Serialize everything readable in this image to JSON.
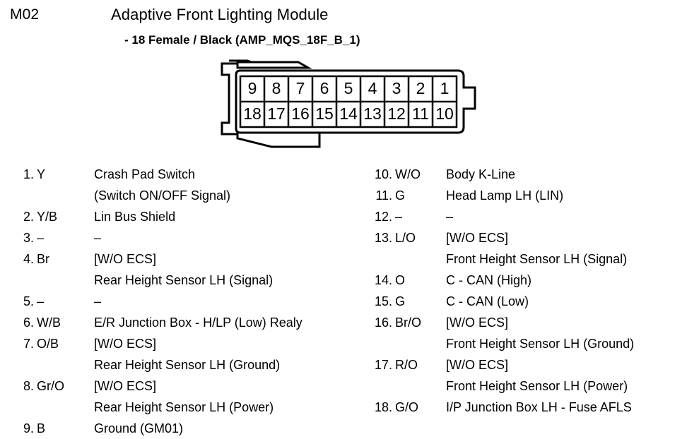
{
  "header": {
    "module_code": "M02",
    "title": "Adaptive Front Lighting Module",
    "subtitle": "- 18 Female / Black (AMP_MQS_18F_B_1)"
  },
  "connector": {
    "name": "18-way female connector pinout diagram",
    "gender": "Female",
    "color": "Black",
    "part_code": "AMP_MQS_18F_B_1",
    "pin_count": 18,
    "top_row": [
      "9",
      "8",
      "7",
      "6",
      "5",
      "4",
      "3",
      "2",
      "1"
    ],
    "bottom_row": [
      "18",
      "17",
      "16",
      "15",
      "14",
      "13",
      "12",
      "11",
      "10"
    ],
    "outline_color": "#000000",
    "fill_color": "#ffffff"
  },
  "pinout": {
    "left_column": [
      {
        "number": "1.",
        "color": "Y",
        "desc": "Crash Pad Switch",
        "desc2": "(Switch ON/OFF Signal)",
        "row": 0
      },
      {
        "number": "2.",
        "color": "Y/B",
        "desc": "Lin Bus Shield",
        "desc2": "",
        "row": 2
      },
      {
        "number": "3.",
        "color": "–",
        "desc": "–",
        "desc2": "",
        "row": 3
      },
      {
        "number": "4.",
        "color": "Br",
        "desc": "[W/O ECS]",
        "desc2": "Rear Height Sensor LH (Signal)",
        "row": 4
      },
      {
        "number": "5.",
        "color": "–",
        "desc": "–",
        "desc2": "",
        "row": 6
      },
      {
        "number": "6.",
        "color": "W/B",
        "desc": "E/R Junction Box - H/LP (Low) Realy",
        "desc2": "",
        "row": 7
      },
      {
        "number": "7.",
        "color": "O/B",
        "desc": "[W/O ECS]",
        "desc2": "Rear Height Sensor LH (Ground)",
        "row": 8
      },
      {
        "number": "8.",
        "color": "Gr/O",
        "desc": "[W/O ECS]",
        "desc2": "Rear Height Sensor LH (Power)",
        "row": 10
      },
      {
        "number": "9.",
        "color": "B",
        "desc": "Ground (GM01)",
        "desc2": "",
        "row": 12
      }
    ],
    "right_column": [
      {
        "number": "10.",
        "color": "W/O",
        "desc": "Body K-Line",
        "desc2": "",
        "row": 0
      },
      {
        "number": "11.",
        "color": "G",
        "desc": "Head Lamp LH (LIN)",
        "desc2": "",
        "row": 1
      },
      {
        "number": "12.",
        "color": "–",
        "desc": "–",
        "desc2": "",
        "row": 2
      },
      {
        "number": "13.",
        "color": "L/O",
        "desc": "[W/O ECS]",
        "desc2": "Front Height Sensor LH (Signal)",
        "row": 3
      },
      {
        "number": "14.",
        "color": "O",
        "desc": "C - CAN (High)",
        "desc2": "",
        "row": 5
      },
      {
        "number": "15.",
        "color": "G",
        "desc": "C - CAN (Low)",
        "desc2": "",
        "row": 6
      },
      {
        "number": "16.",
        "color": "Br/O",
        "desc": "[W/O ECS]",
        "desc2": "Front Height Sensor LH (Ground)",
        "row": 7
      },
      {
        "number": "17.",
        "color": "R/O",
        "desc": "[W/O ECS]",
        "desc2": "Front Height Sensor LH (Power)",
        "row": 9
      },
      {
        "number": "18.",
        "color": "G/O",
        "desc": "I/P Junction Box LH - Fuse AFLS",
        "desc2": "",
        "row": 11
      }
    ]
  }
}
